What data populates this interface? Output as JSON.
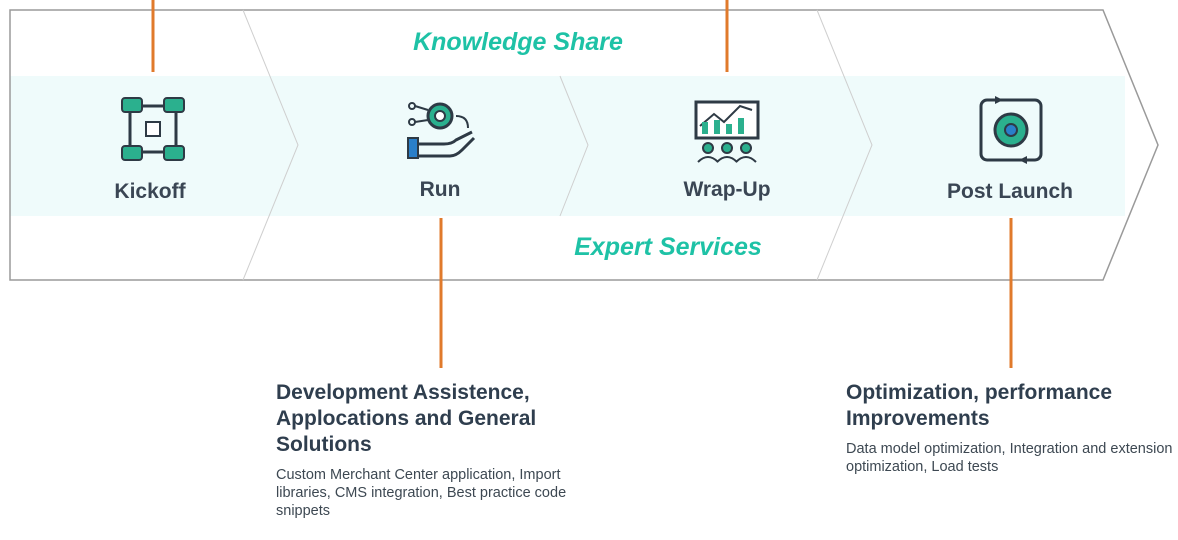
{
  "bands": {
    "top_label": "Knowledge Share",
    "bottom_label": "Expert Services"
  },
  "phases": [
    {
      "label": "Kickoff",
      "icon": "teamwork-hands-icon"
    },
    {
      "label": "Run",
      "icon": "gear-hand-icon"
    },
    {
      "label": "Wrap-Up",
      "icon": "presentation-chart-icon"
    },
    {
      "label": "Post Launch",
      "icon": "gear-cycle-icon"
    }
  ],
  "callouts": {
    "run": {
      "title": "Development Assistence, Applocations and General Solutions",
      "body": "Custom Merchant Center application, Import libraries, CMS integration, Best practice code snippets"
    },
    "post_launch": {
      "title": "Optimization, performance Improvements",
      "body": "Data model optimization, Integration and extension optimization, Load tests"
    }
  },
  "colors": {
    "accent_orange": "#e07a2b",
    "accent_teal": "#1ec2a6",
    "icon_green": "#2bb08e",
    "icon_blue": "#2a7fc9",
    "band_fill": "#effbfb",
    "outline": "#999999"
  }
}
